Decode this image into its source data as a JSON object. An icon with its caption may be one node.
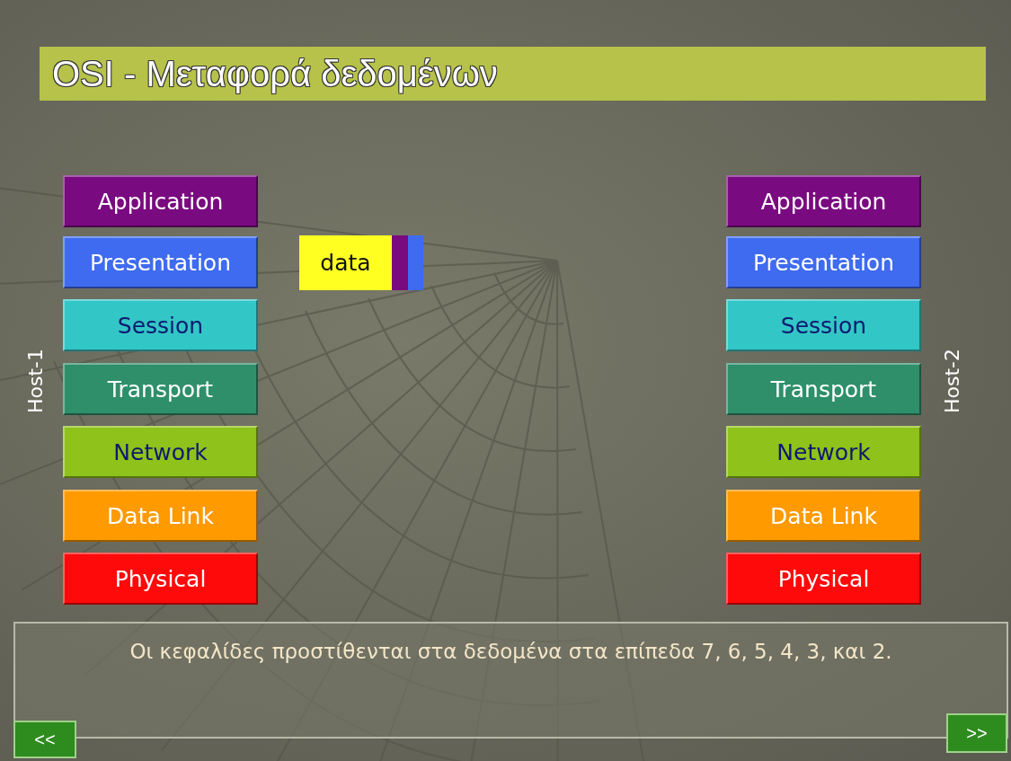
{
  "diagram": {
    "title": "OSI - Μεταφορά δεδομένων",
    "caption": "Οι κεφαλίδες προστίθενται στα δεδομένα στα επίπεδα 7, 6, 5, 4, 3, και 2.",
    "nodes": [
      {
        "text": [
          "Application"
        ]
      },
      {
        "text": [
          "Presentation"
        ]
      },
      {
        "text": [
          "Session"
        ]
      },
      {
        "text": [
          "Transport"
        ]
      },
      {
        "text": [
          "Network"
        ]
      },
      {
        "text": [
          "Data Link"
        ]
      },
      {
        "text": [
          "Physical"
        ]
      },
      {
        "text": [
          "data"
        ]
      },
      {
        "text": [
          "Application"
        ]
      },
      {
        "text": [
          "Presentation"
        ]
      },
      {
        "text": [
          "Session"
        ]
      },
      {
        "text": [
          "Transport"
        ]
      },
      {
        "text": [
          "Network"
        ]
      },
      {
        "text": [
          "Data Link"
        ]
      },
      {
        "text": [
          "Physical"
        ]
      }
    ],
    "labels": [
      "Host-1",
      "Host-2",
      "<<",
      ">>"
    ]
  }
}
